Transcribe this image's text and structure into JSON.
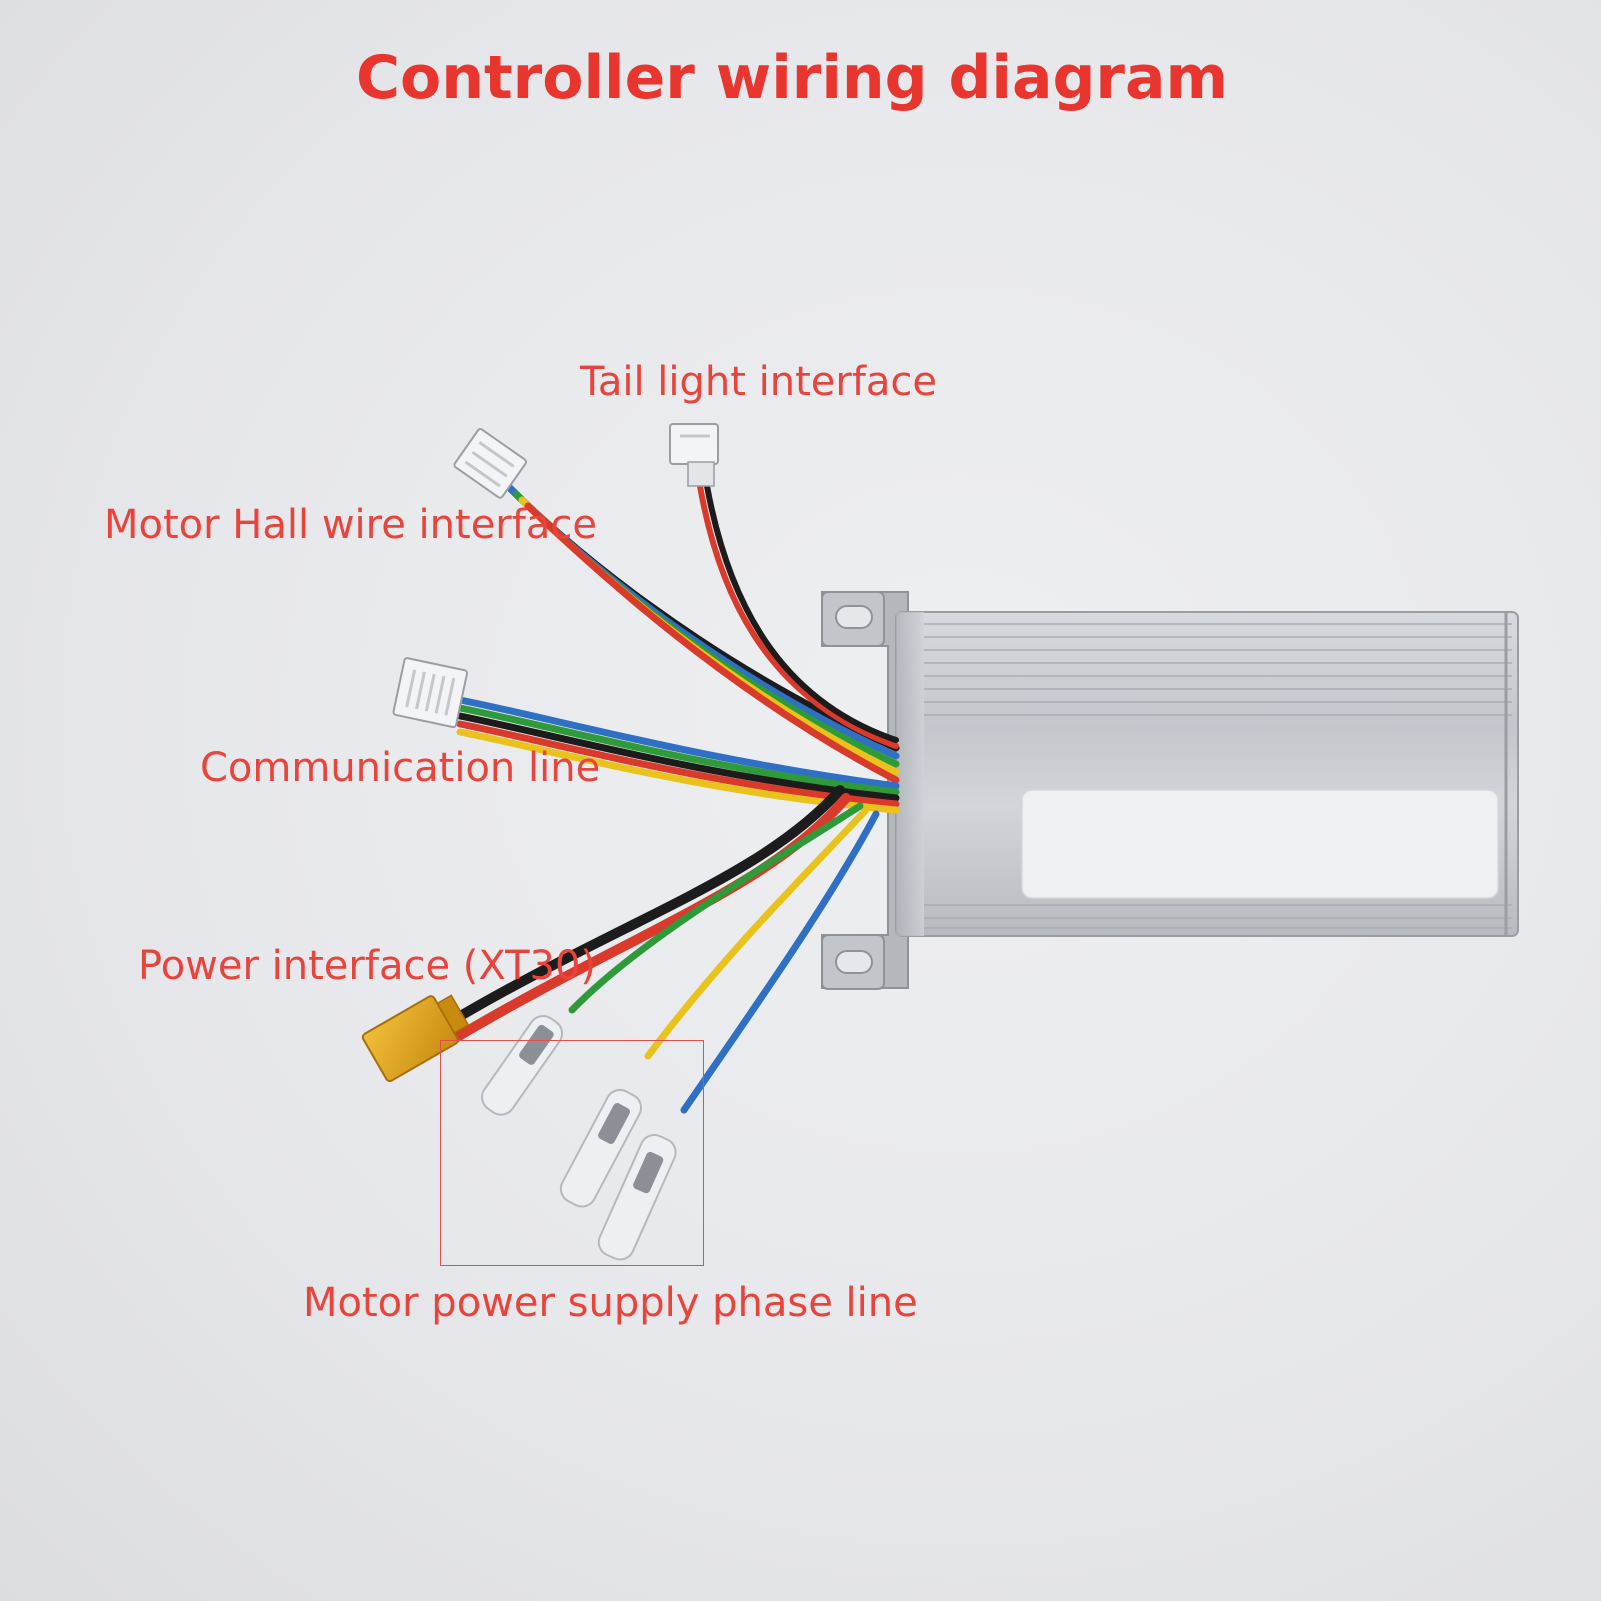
{
  "title": "Controller wiring diagram",
  "labels": {
    "tail_light": "Tail light interface",
    "motor_hall": "Motor Hall wire interface",
    "communication": "Communication line",
    "power": "Power interface  (XT30)",
    "phase": "Motor power supply phase line"
  },
  "colors": {
    "label_red": "#e8443c",
    "wire_red": "#d93a2b",
    "wire_black": "#1c1c1c",
    "wire_yellow": "#e9c21c",
    "wire_green": "#2f9a3a",
    "wire_blue": "#2f6fc4",
    "housing_aluminium": "#c9cdd2",
    "xt30_connector": "#e0a51c"
  }
}
